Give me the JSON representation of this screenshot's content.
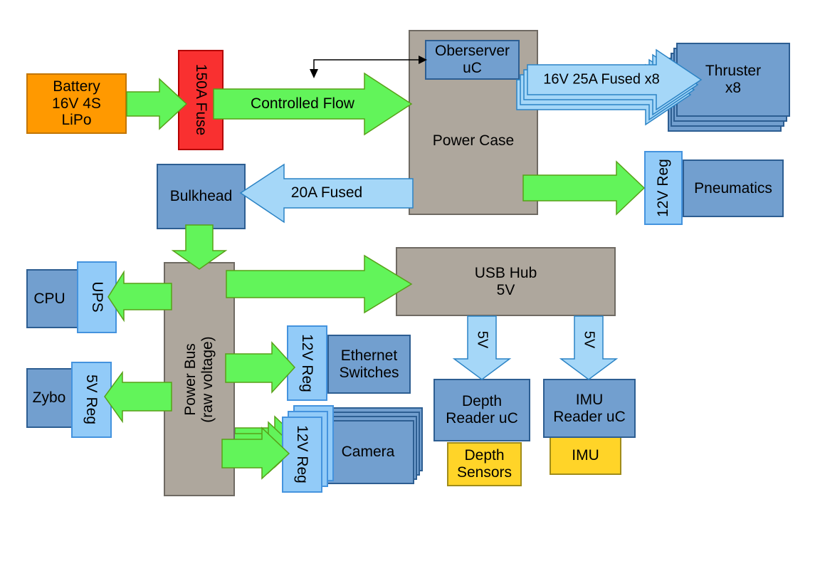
{
  "nodes": {
    "battery": {
      "label": "Battery\n16V 4S\nLiPo"
    },
    "fuse": {
      "label": "150A Fuse"
    },
    "power_case": {
      "label": "Power Case"
    },
    "observer_uc": {
      "label": "Oberserver\nuC"
    },
    "thruster": {
      "label": "Thruster\nx8"
    },
    "pneumatics_reg": {
      "label": "12V Reg"
    },
    "pneumatics": {
      "label": "Pneumatics"
    },
    "bulkhead": {
      "label": "Bulkhead"
    },
    "power_bus": {
      "label": "Power Bus\n(raw voltage)"
    },
    "usb_hub": {
      "label": "USB Hub\n5V"
    },
    "cpu": {
      "label": "CPU"
    },
    "ups": {
      "label": "UPS"
    },
    "zybo": {
      "label": "Zybo"
    },
    "zybo_reg": {
      "label": "5V Reg"
    },
    "ethernet_reg": {
      "label": "12V Reg"
    },
    "ethernet_switches": {
      "label": "Ethernet\nSwitches"
    },
    "camera_reg": {
      "label": "12V Reg"
    },
    "camera": {
      "label": "Camera"
    },
    "depth_reader": {
      "label": "Depth\nReader uC"
    },
    "depth_sensors": {
      "label": "Depth\nSensors"
    },
    "imu_reader": {
      "label": "IMU\nReader uC"
    },
    "imu": {
      "label": "IMU"
    }
  },
  "arrows": {
    "controlled_flow": {
      "label": "Controlled Flow"
    },
    "thruster_feed": {
      "label": "16V 25A Fused x8"
    },
    "bulkhead_feed": {
      "label": "20A Fused"
    },
    "depth_5v": {
      "label": "5V"
    },
    "imu_5v": {
      "label": "5V"
    }
  },
  "colors": {
    "green_arrow": "#62F45A",
    "blue_arrow": "#A5D7F8",
    "light_blue_box": "#92CBF8",
    "blue_box": "#729FCF",
    "gray_box": "#AEA79D",
    "orange_box": "#FF9900",
    "red_box": "#F93030",
    "yellow_box": "#FFD428"
  }
}
